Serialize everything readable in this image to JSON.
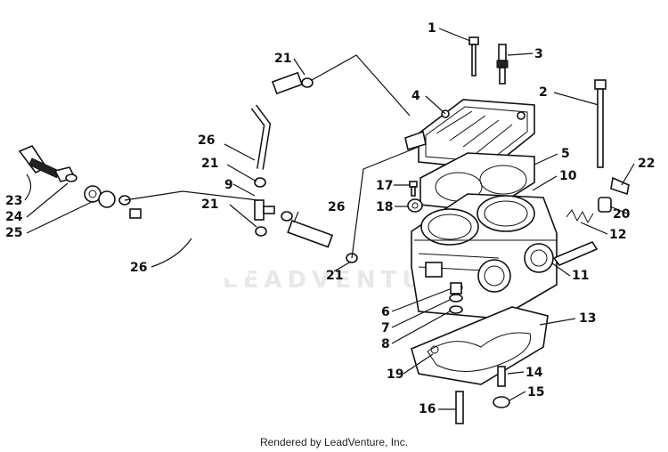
{
  "diagram": {
    "callouts": [
      "1",
      "2",
      "3",
      "4",
      "5",
      "6",
      "7",
      "8",
      "9",
      "10",
      "11",
      "12",
      "13",
      "14",
      "15",
      "16",
      "17",
      "18",
      "19",
      "20",
      "21",
      "21",
      "21",
      "21",
      "22",
      "23",
      "24",
      "25",
      "26",
      "26",
      "26"
    ]
  },
  "watermark": "LEADVENTURE",
  "footer": "Rendered by LeadVenture, Inc."
}
